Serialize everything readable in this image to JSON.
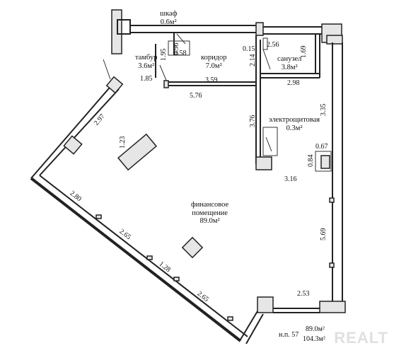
{
  "rooms": {
    "closet": {
      "name": "шкаф",
      "area": "0.6м²"
    },
    "vestibule": {
      "name": "тамбур",
      "area": "3.6м²"
    },
    "corridor": {
      "name": "коридор",
      "area": "7.0м²"
    },
    "bathroom": {
      "name": "санузел",
      "area": "3.8м²"
    },
    "electrical": {
      "name": "электрощитовая",
      "area": "0.3м²"
    },
    "financial_line1": "финансовое",
    "financial_line2": "помещение",
    "financial_area": "89.0м²"
  },
  "dimensions": {
    "d_0_96": "0.96",
    "d_0_58": "0.58",
    "d_1_95": "1.95",
    "d_0_15": "0.15",
    "d_2_56": "2.56",
    "d_2_14": "2.14",
    "d_1_69": "1.69",
    "d_1_85": "1.85",
    "d_3_59": "3.59",
    "d_2_98": "2.98",
    "d_5_76": "5.76",
    "d_3_35": "3.35",
    "d_3_76": "3.76",
    "d_2_97": "2.97",
    "d_1_23": "1.23",
    "d_0_67": "0.67",
    "d_0_84": "0.84",
    "d_3_16": "3.16",
    "d_2_80": "2.80",
    "d_2_65a": "2.65",
    "d_1_28": "1.28",
    "d_2_65b": "2.65",
    "d_5_69": "5.69",
    "d_2_53": "2.53"
  },
  "footer": {
    "label": "н.п. 57",
    "area_main": "89.0м²",
    "area_total": "104.3м²"
  },
  "watermark": "REALT"
}
